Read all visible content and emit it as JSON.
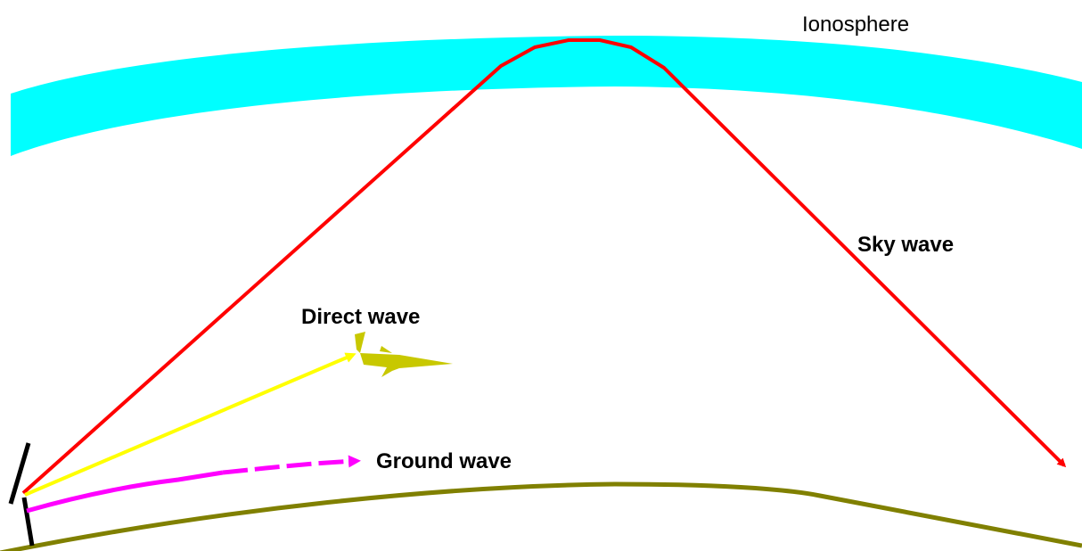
{
  "labels": {
    "ionosphere": "Ionosphere",
    "sky_wave": "Sky wave",
    "direct_wave": "Direct wave",
    "ground_wave": "Ground wave"
  },
  "colors": {
    "ionosphere": "#00ffff",
    "sky_wave": "#ff0000",
    "direct_wave": "#ffff00",
    "ground_wave": "#ff00ff",
    "ground": "#808000",
    "aircraft": "#c8c800",
    "antenna": "#000000"
  },
  "icons": {
    "aircraft": "aircraft-icon",
    "antenna": "antenna-icon"
  }
}
